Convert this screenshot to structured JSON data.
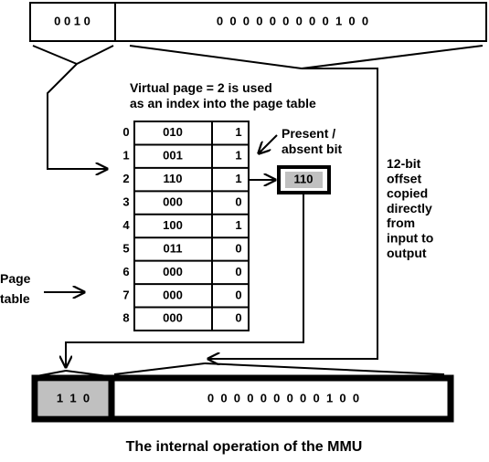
{
  "colors": {
    "ink": "#000000",
    "paper": "#ffffff",
    "highlight": "#c0c0c0"
  },
  "virtual_address": {
    "page_bits": "0 0 1 0",
    "offset_bits": "0  0  0  0  0  0  0  0  0  1  0  0"
  },
  "physical_address": {
    "frame_bits": "1  1  0",
    "offset_bits": "0  0  0  0  0  0  0  0  0  1  0  0"
  },
  "annotations": {
    "index_line1": "Virtual page = 2 is used",
    "index_line2": "as an index into the page table",
    "present_line1": "Present /",
    "present_line2": "absent bit",
    "offset_lines": [
      "12-bit",
      "offset",
      "copied",
      "directly",
      "from",
      "input to",
      "output"
    ],
    "page_table_line1": "Page",
    "page_table_line2": "table",
    "frame_output": "110"
  },
  "page_table": {
    "rows": [
      {
        "index": "0",
        "frame": "010",
        "present": "1"
      },
      {
        "index": "1",
        "frame": "001",
        "present": "1"
      },
      {
        "index": "2",
        "frame": "110",
        "present": "1"
      },
      {
        "index": "3",
        "frame": "000",
        "present": "0"
      },
      {
        "index": "4",
        "frame": "100",
        "present": "1"
      },
      {
        "index": "5",
        "frame": "011",
        "present": "0"
      },
      {
        "index": "6",
        "frame": "000",
        "present": "0"
      },
      {
        "index": "7",
        "frame": "000",
        "present": "0"
      },
      {
        "index": "8",
        "frame": "000",
        "present": "0"
      }
    ]
  },
  "caption": "The internal operation of the MMU"
}
